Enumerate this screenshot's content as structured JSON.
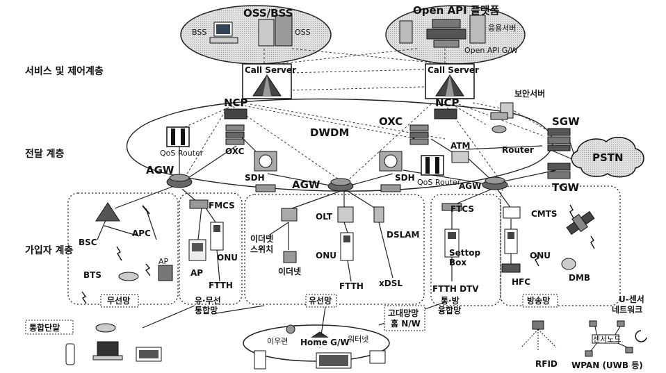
{
  "layers": {
    "service_control": "서비스 및 제어계층",
    "transport": "전달 계층",
    "subscriber": "가입자 계층"
  },
  "top": {
    "oss_bss": "OSS/BSS",
    "bss": "BSS",
    "oss": "OSS",
    "open_api": "Open API 플랫폼",
    "app_server": "응용서버",
    "open_api_gw": "Open API G/W",
    "call_server_left": "Call Server",
    "call_server_right": "Call Server",
    "ncp_left": "NCP",
    "ncp_right": "NCP",
    "security_server": "보안서버"
  },
  "transport": {
    "dwdm": "DWDM",
    "oxc_left": "OXC",
    "oxc_right": "OXC",
    "qos_router_left": "QoS Router",
    "qos_router_right": "QoS Router",
    "sdh_left": "SDH",
    "sdh_right": "SDH",
    "atm": "ATM",
    "router": "Router",
    "sgw": "SGW",
    "pstn": "PSTN",
    "tgw": "TGW",
    "agw_left": "AGW",
    "agw_mid": "AGW",
    "agw_right": "AGW"
  },
  "subscriber": {
    "fmcs": "FMCS",
    "bsc": "BSC",
    "apc": "APC",
    "bts": "BTS",
    "ap_small": "AP",
    "ap": "AP",
    "onu_left": "ONU",
    "ftth_left": "FTTH",
    "olt": "OLT",
    "dslam": "DSLAM",
    "ethernet_switch_1": "이더넷",
    "ethernet_switch_2": "스위치",
    "ethernet": "이더넷",
    "onu_mid": "ONU",
    "ftth_mid": "FTTH",
    "xdsl": "xDSL",
    "ftcs": "FTCS",
    "cmts": "CMTS",
    "settop_1": "Settop",
    "settop_2": "Box",
    "onu_right": "ONU",
    "hfc": "HFC",
    "dmb": "DMB",
    "ftth_dtv": "FTTH DTV"
  },
  "groups": {
    "wireless": "무선망",
    "wired_wireless_1": "유·무선",
    "wired_wireless_2": "통합망",
    "wired": "유선망",
    "comm_broadcast_1": "통·방",
    "comm_broadcast_2": "융합망",
    "broadcast": "방송망",
    "home_network_1": "고대망망",
    "home_network_2": "홈 N/W",
    "u_sensor_1": "U-센서",
    "u_sensor_2": "네트워크",
    "integrated_terminal": "통합단말",
    "home_gw": "Home G/W",
    "home_left": "이우련",
    "home_right": "워터넷",
    "sensor_node": "센서노드",
    "rfid": "RFID",
    "wpan": "WPAN (UWB 등)"
  }
}
